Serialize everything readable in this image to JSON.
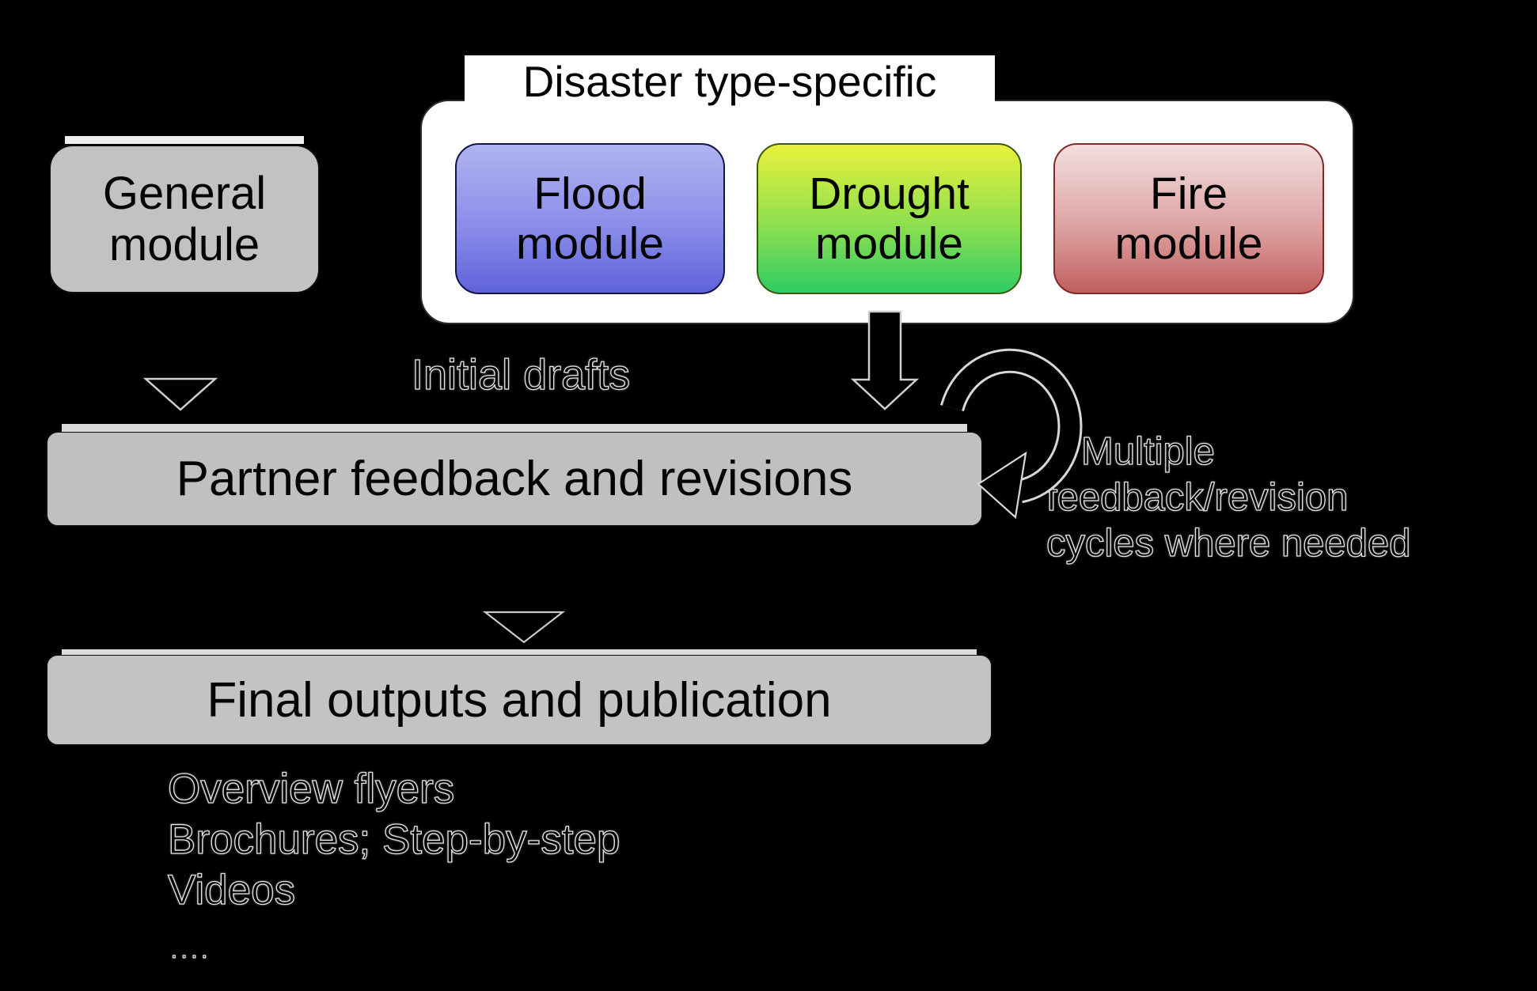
{
  "diagram": {
    "general_module_label": "General\nmodule",
    "disaster_group_title": "Disaster type-specific",
    "flood_module_label": "Flood\nmodule",
    "drought_module_label": "Drought\nmodule",
    "fire_module_label": "Fire\nmodule",
    "initial_drafts_label": "Initial drafts",
    "partner_feedback_label": "Partner feedback and revisions",
    "loop_note_label": "Multiple\nfeedback/revision\ncycles where needed",
    "final_outputs_label": "Final outputs and publication",
    "outputs_list": "Overview flyers\nBrochures; Step-by-step\nVideos",
    "ellipsis": "....",
    "colors": {
      "background": "#000000",
      "box_gray": "#c2c2c2",
      "box_highlight_strip": "#efefef",
      "container_white": "#ffffff",
      "flood_top": "#b1b4f0",
      "flood_bottom": "#5f63da",
      "drought_top": "#e9f13c",
      "drought_bottom": "#2fcc65",
      "fire_top": "#f2dfdf",
      "fire_bottom": "#c25f5f",
      "arrow_fill": "#000000",
      "arrow_outline": "#d8d8d8"
    }
  }
}
